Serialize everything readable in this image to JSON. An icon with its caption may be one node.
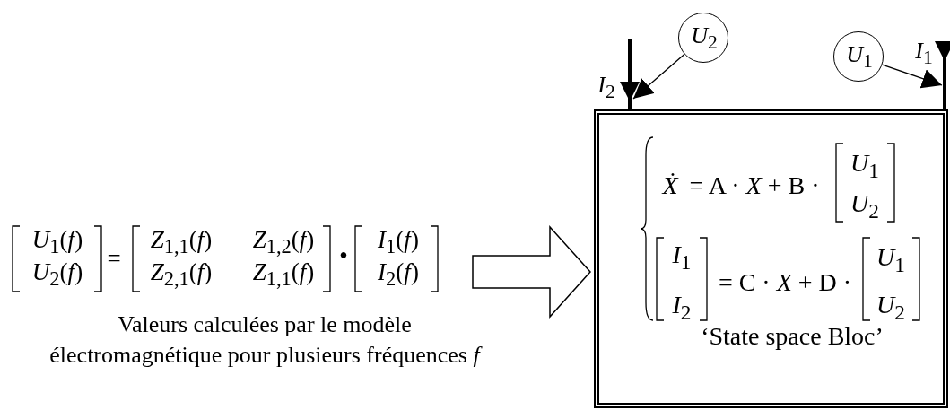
{
  "diagram": {
    "nodes": [
      {
        "text": [
          "*U*$_{1}$(*f*)",
          "*U*$_{2}$(*f*)",
          "=",
          "*Z*$_{1,1}$(*f*)",
          "*Z*$_{1,2}$(*f*)",
          "*Z*$_{2,1}$(*f*)",
          "*Z*$_{1,1}$(*f*)",
          "•",
          "*I*$_{1}$(*f*)",
          "*I*$_{2}$(*f*)",
          "Valeurs calculées par le modèle électromagnétique pour plusieurs fréquences *f*"
        ]
      },
      {
        "text": [
          "*Ẋ*",
          "= A · *X* + B ·",
          "*U*$_{1}$",
          "*U*$_{2}$",
          "*I*$_{1}$",
          "*I*$_{2}$",
          "= C · *X* + D ·",
          "*U*$_{1}$",
          "*U*$_{2}$",
          "‘State space Bloc’"
        ]
      },
      {
        "text": [
          "*U*$_{2}$"
        ]
      },
      {
        "text": [
          "*U*$_{1}$"
        ]
      }
    ],
    "edges": [
      {
        "from": 0,
        "to": 1,
        "arrow": "to"
      },
      {
        "from": null,
        "to": 1,
        "arrow": "to",
        "label": "*I*$_{2}$",
        "style": "thick"
      },
      {
        "from": null,
        "to": 1,
        "arrow": "to",
        "label": "*I*$_{1}$",
        "style": "thick"
      },
      {
        "from": 2,
        "to": 1,
        "arrow": "to"
      },
      {
        "from": 3,
        "to": 1,
        "arrow": "to"
      }
    ]
  }
}
